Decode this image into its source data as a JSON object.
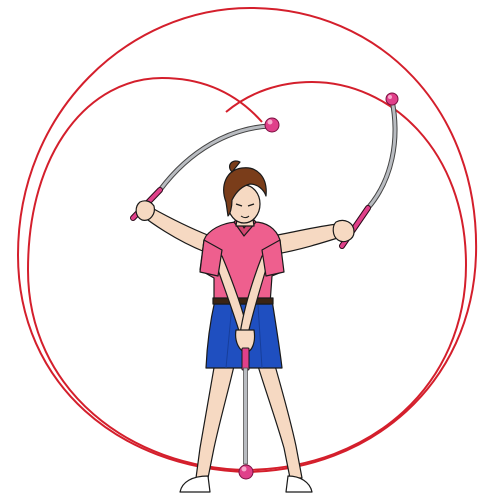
{
  "illustration": {
    "subject": "golf-swing-arc",
    "colors": {
      "arc": "#d41f2c",
      "ball": "#e0408a",
      "ball_highlight": "#f6a9cc",
      "club_shaft": "#b9bcc1",
      "club_grip": "#e0408a",
      "shirt": "#ee5f8e",
      "shirt_shadow": "#d3456f",
      "skirt": "#1f4fc0",
      "skirt_shadow": "#173e9a",
      "hair": "#7a3d1a",
      "skin": "#f6d9c2",
      "belt": "#3a2414",
      "outline": "#1a1a1a"
    },
    "club_positions": [
      "backswing-left",
      "follow-through-right",
      "address-center"
    ]
  }
}
